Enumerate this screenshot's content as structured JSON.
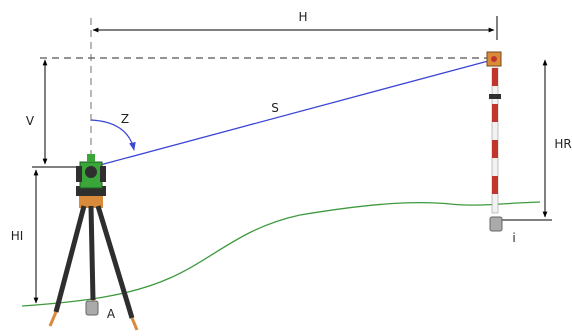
{
  "labels": {
    "h": "H",
    "v": "V",
    "z": "Z",
    "s": "S",
    "hi": "HI",
    "hr": "HR",
    "a": "A",
    "i": "i"
  },
  "colors": {
    "dimension_lines": "#000000",
    "dashed_reference": "#555555",
    "slope_line": "#3b46d6",
    "ground_line": "#3f9a3f",
    "instrument_body": "#3aa63a",
    "tripod_legs": "#2e2e2e",
    "tripod_head": "#d98a3a",
    "prism_pole_red": "#c0362c",
    "prism_pole_white": "#f2f2f2"
  },
  "icons": {
    "instrument": "total-station-icon",
    "tripod": "tripod-icon",
    "target": "prism-pole-icon"
  }
}
